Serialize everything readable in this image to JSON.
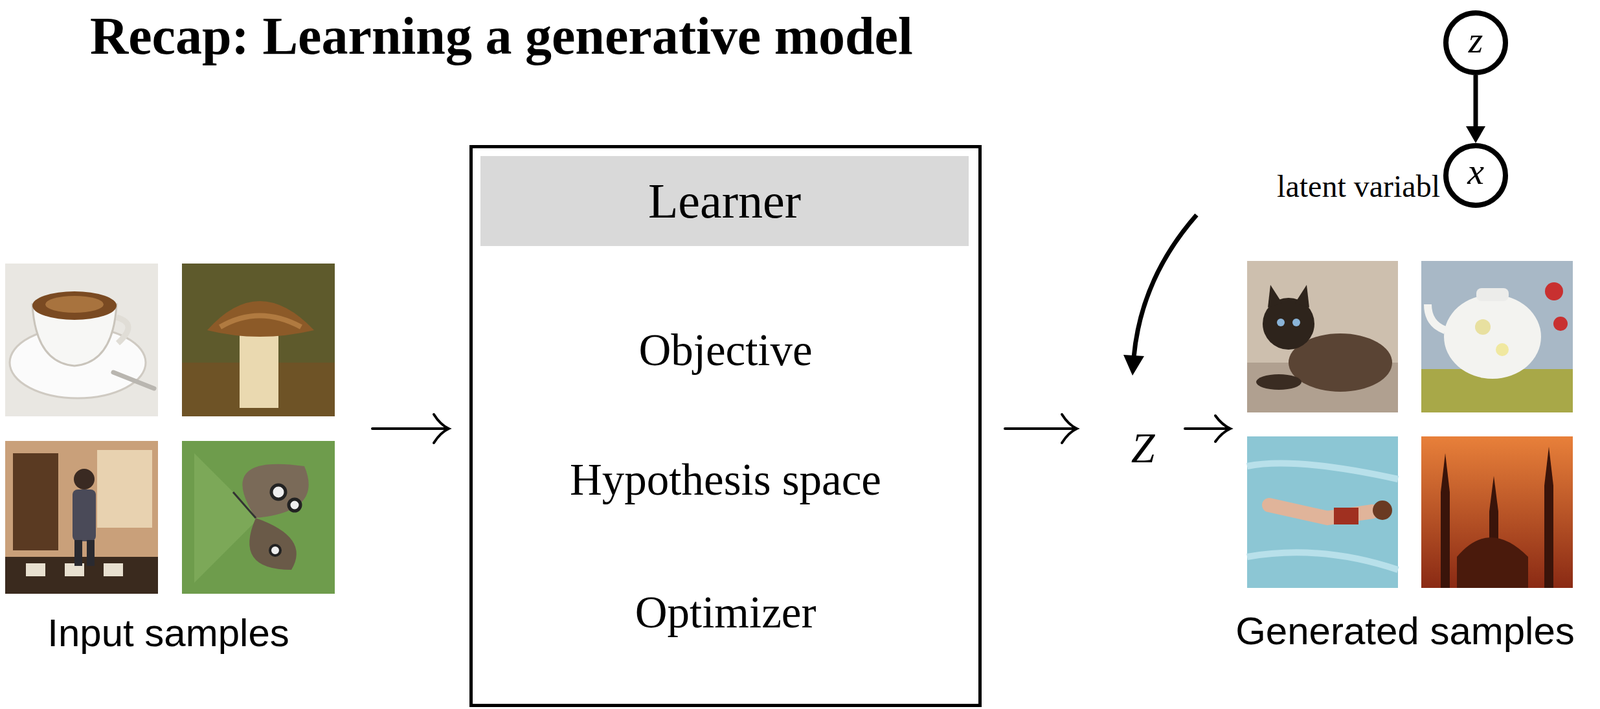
{
  "diagram": {
    "title": "Recap: Learning a generative model",
    "nodes": [
      {
        "text": [
          "Objective",
          "Hypothesis space",
          "Optimizer"
        ]
      },
      {
        "text": [
          "Learner"
        ],
        "in": 0
      },
      {
        "text": [
          "z"
        ]
      },
      {
        "text": [
          "x"
        ]
      }
    ],
    "edges": [
      {
        "from": 2,
        "to": 3,
        "arrow": "to"
      }
    ],
    "labels": [
      "latent variabl",
      "Z",
      "Input samples",
      "Generated samples"
    ]
  }
}
